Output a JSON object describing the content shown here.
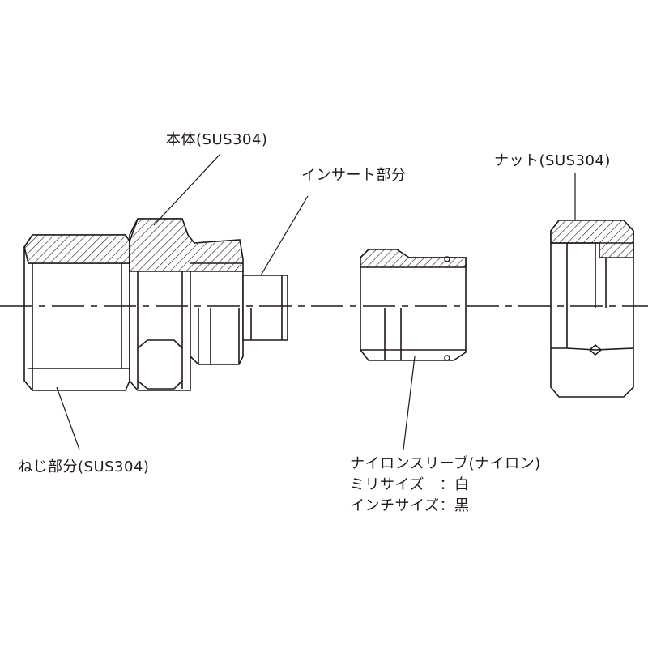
{
  "labels": {
    "body": "本体(SUS304)",
    "insert": "インサート部分",
    "nut": "ナット(SUS304)",
    "thread": "ねじ部分(SUS304)",
    "sleeve": "ナイロンスリーブ(ナイロン)",
    "milli": "ミリサイズ　：白",
    "inch": "インチサイズ：黒"
  },
  "colors": {
    "line": "#231815",
    "background": "#ffffff"
  }
}
